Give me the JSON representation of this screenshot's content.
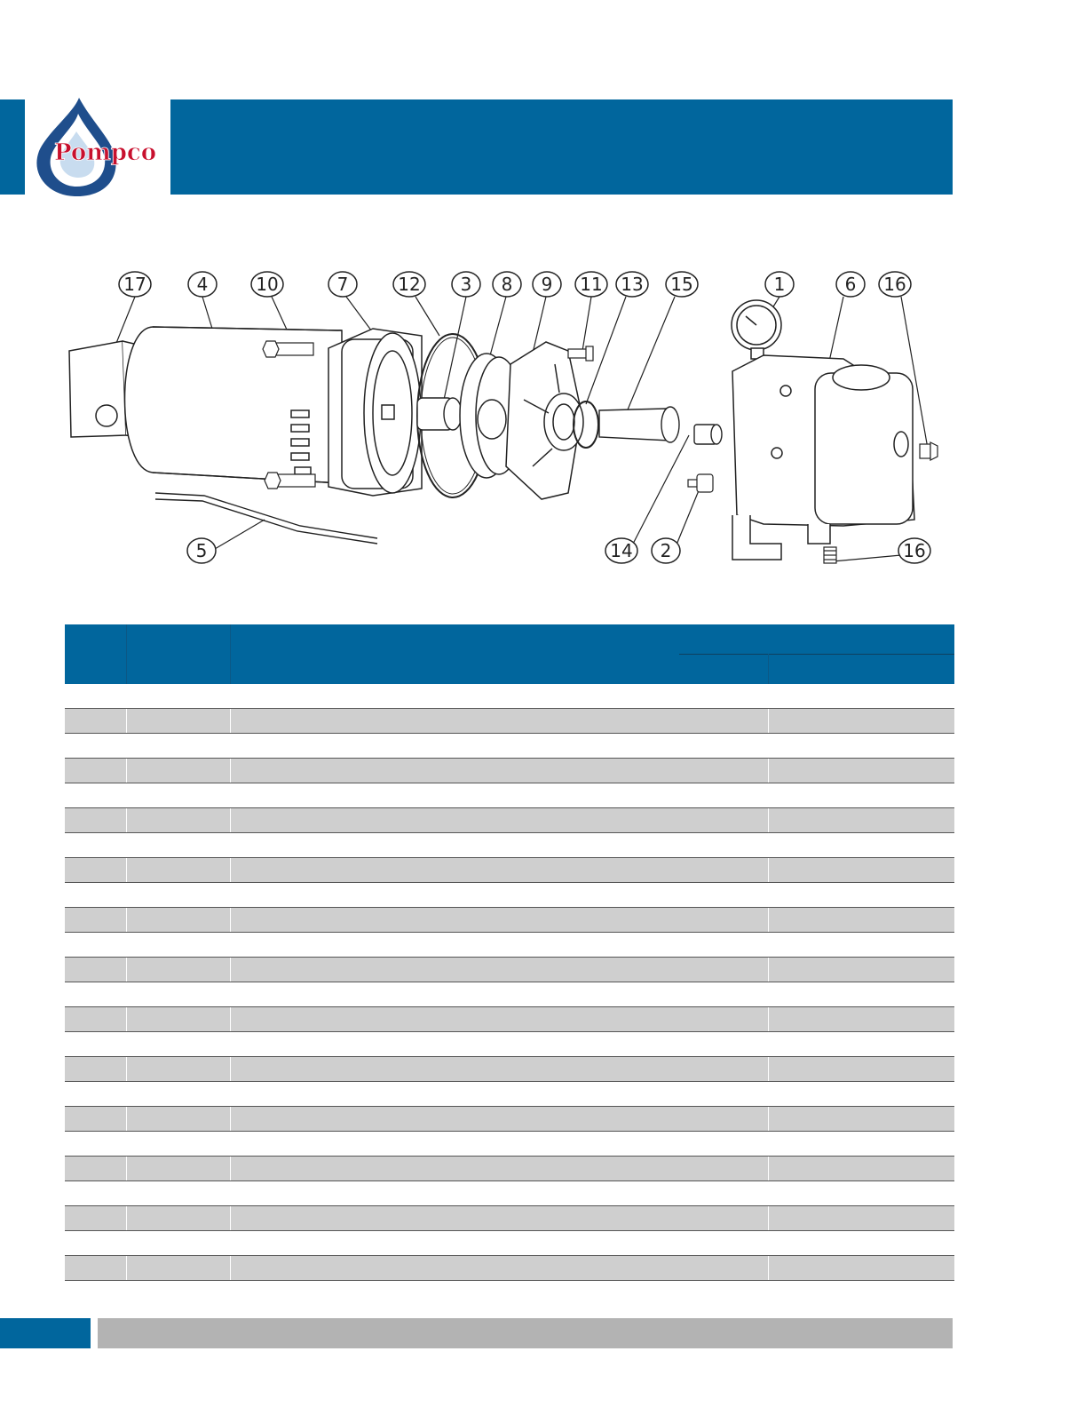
{
  "brand": {
    "logo_text": "Pompco",
    "colors": {
      "primary": "#01669d",
      "logo_red": "#c8102e",
      "logo_blue": "#1f4e8c",
      "footer_gray": "#b3b3b3",
      "row_shade": "#cfcfcf"
    }
  },
  "header": {
    "title": ""
  },
  "diagram": {
    "callouts": [
      "17",
      "4",
      "10",
      "7",
      "12",
      "3",
      "8",
      "9",
      "11",
      "13",
      "15",
      "1",
      "6",
      "16",
      "5",
      "14",
      "2",
      "16"
    ]
  },
  "table": {
    "rows": [
      {
        "shaded": false
      },
      {
        "shaded": true
      },
      {
        "shaded": false
      },
      {
        "shaded": true
      },
      {
        "shaded": false
      },
      {
        "shaded": true
      },
      {
        "shaded": false
      },
      {
        "shaded": true
      },
      {
        "shaded": false
      },
      {
        "shaded": true
      },
      {
        "shaded": false
      },
      {
        "shaded": true
      },
      {
        "shaded": false
      },
      {
        "shaded": true
      },
      {
        "shaded": false
      },
      {
        "shaded": true
      },
      {
        "shaded": false
      },
      {
        "shaded": true
      },
      {
        "shaded": false
      },
      {
        "shaded": true
      },
      {
        "shaded": false
      },
      {
        "shaded": true
      },
      {
        "shaded": false
      },
      {
        "shaded": true
      }
    ]
  }
}
